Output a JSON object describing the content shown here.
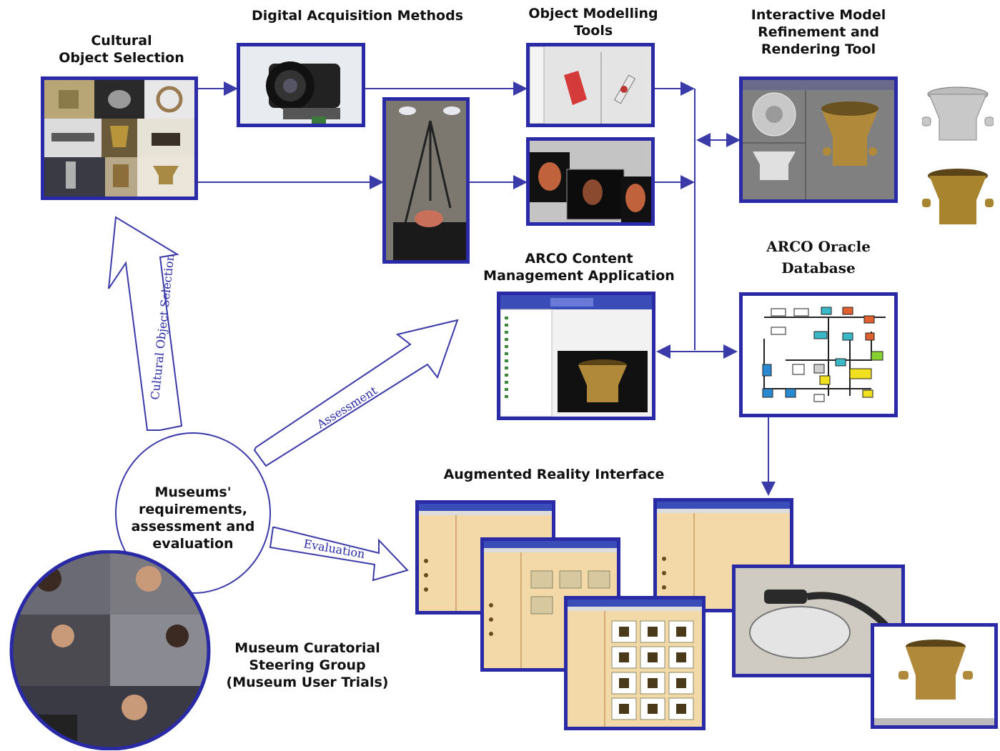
{
  "labels": {
    "cultural_selection": "Cultural\nObject Selection",
    "digital_acquisition": "Digital Acquisition Methods",
    "object_modelling": "Object Modelling\nTools",
    "interactive_model": "Interactive Model\nRefinement and\nRendering Tool",
    "arco_oracle": "ARCO Oracle\nDatabase",
    "arco_content": "ARCO Content\nManagement Application",
    "ar_interface": "Augmented Reality Interface",
    "museums_req": "Museums'\nrequirements,\nassessment and\nevaluation",
    "curatorial": "Museum Curatorial\nSteering Group\n(Museum User Trials)"
  },
  "arrows": {
    "cultural_object_selection": "Cultural Object Selection",
    "assessment": "Assessment",
    "evaluation": "Evaluation"
  },
  "colors": {
    "frame": "#2a2aa6",
    "line": "#3a3aa8",
    "bronze": "#b08a3a",
    "ui_panel": "#f3d9a8"
  }
}
